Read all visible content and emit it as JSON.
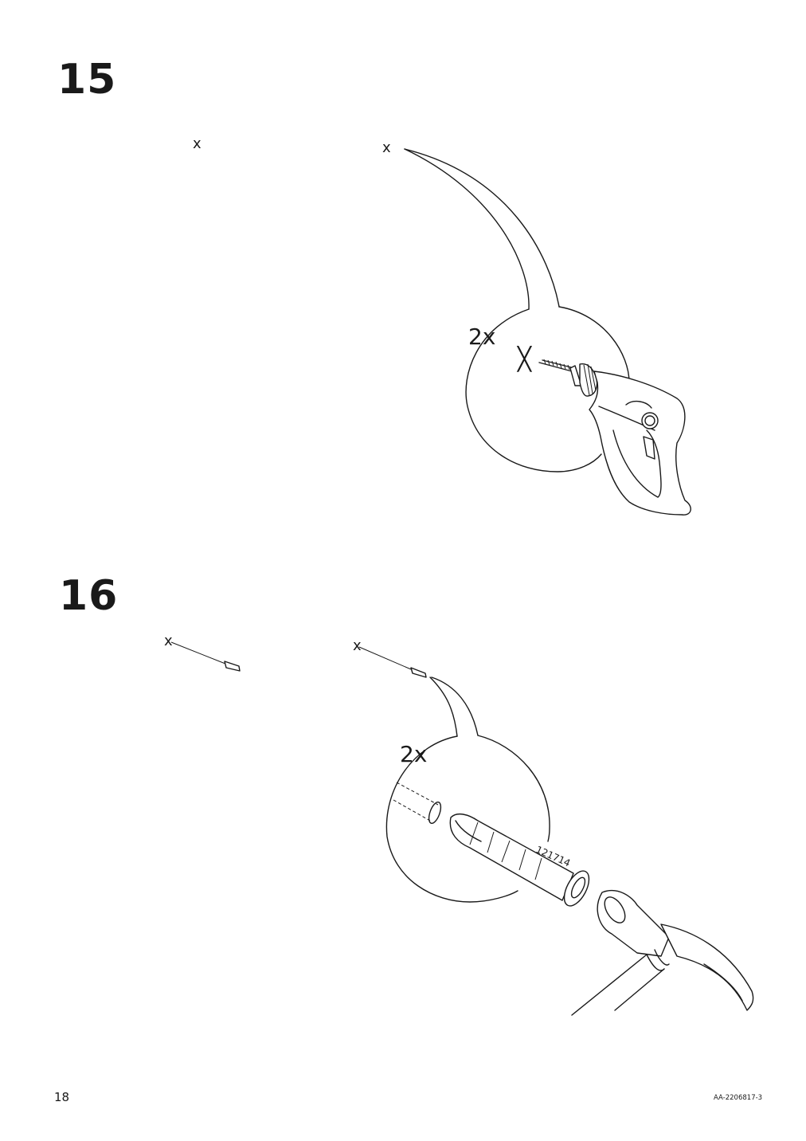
{
  "steps": [
    {
      "number": "15",
      "marks": [
        "x",
        "x"
      ],
      "quantity": "2x",
      "tool_icon": "drill-icon"
    },
    {
      "number": "16",
      "marks": [
        "x",
        "x"
      ],
      "quantity": "2x",
      "part_label": "121714",
      "tool_icon": "hammer-icon",
      "part_icon": "wall-plug-icon"
    }
  ],
  "footer": {
    "page_number": "18",
    "document_code": "AA-2206817-3"
  }
}
